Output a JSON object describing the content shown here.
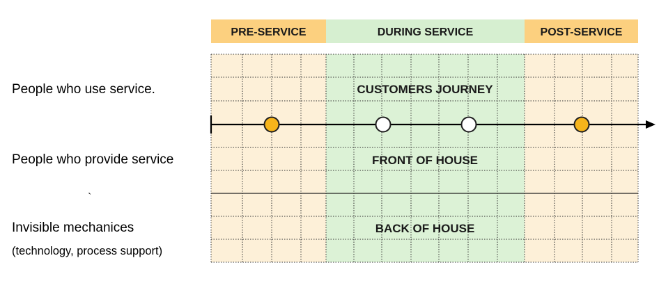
{
  "phases": [
    {
      "key": "pre",
      "label": "PRE-SERVICE",
      "color": "#FCD07F",
      "tint": "#FDF0D8"
    },
    {
      "key": "during",
      "label": "DURING SERVICE",
      "color": "#D6EFD0",
      "tint": "#DCF2D6"
    },
    {
      "key": "post",
      "label": "POST-SERVICE",
      "color": "#FCD07F",
      "tint": "#FDF0D8"
    }
  ],
  "lanes": [
    {
      "key": "customers",
      "label": "CUSTOMERS JOURNEY"
    },
    {
      "key": "front",
      "label": "FRONT OF HOUSE"
    },
    {
      "key": "back",
      "label": "BACK OF HOUSE"
    }
  ],
  "row_labels": {
    "use": "People who use service.",
    "provide": "People who provide service",
    "stray_mark": "`",
    "invisible": "Invisible mechanices",
    "invisible_sub": "(technology, process support)"
  },
  "touchpoints": [
    {
      "phase": "pre",
      "fill": "#F6B41B"
    },
    {
      "phase": "during",
      "fill": "#FFFFFF"
    },
    {
      "phase": "during",
      "fill": "#FFFFFF"
    },
    {
      "phase": "post",
      "fill": "#F6B41B"
    }
  ],
  "colors": {
    "line": "#000000",
    "grid": "#333333",
    "stroke": "#1F1F1F"
  }
}
